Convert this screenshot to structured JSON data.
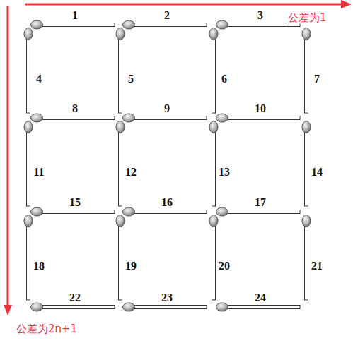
{
  "diagram": {
    "labels": [
      "1",
      "2",
      "3",
      "公差为1",
      "4",
      "5",
      "6",
      "7",
      "8",
      "9",
      "10",
      "11",
      "12",
      "13",
      "14",
      "15",
      "16",
      "17",
      "18",
      "19",
      "20",
      "21",
      "22",
      "23",
      "24",
      "公差为2n+1"
    ]
  }
}
